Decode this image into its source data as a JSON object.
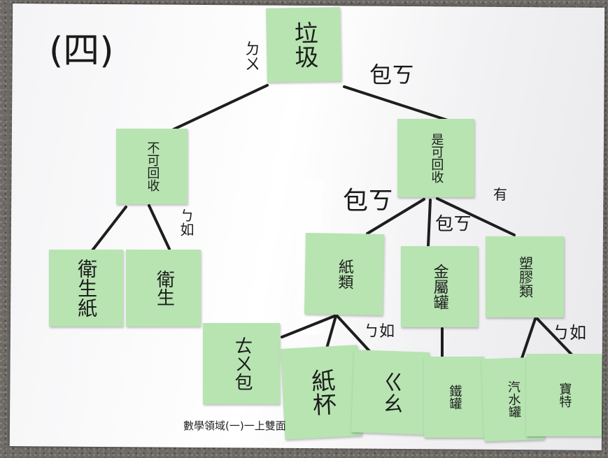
{
  "title_mark": "(四)",
  "root": {
    "label": "垃圾"
  },
  "edges_top": {
    "left": "ㄉㄨ",
    "right": "包ㄎ"
  },
  "level1": {
    "left": {
      "label": "不可回收"
    },
    "right": {
      "label": "是可回收"
    }
  },
  "edges_left": {
    "right": "ㄅ如"
  },
  "edges_right": {
    "left": "包ㄎ",
    "mid": "包ㄎ",
    "right": "有"
  },
  "level2": {
    "a": {
      "label": "衛生紙"
    },
    "b": {
      "label": "衛生"
    },
    "c": {
      "label": "紙類"
    },
    "d": {
      "label": "金屬罐"
    },
    "e": {
      "label": "塑膠類"
    }
  },
  "edges_bottom": {
    "c": "ㄅ如",
    "e": "ㄅ如"
  },
  "level3": {
    "f": {
      "label": "ㄊㄨ包"
    },
    "g": {
      "label": "紙杯"
    },
    "h": {
      "label": "ㄍㄠ"
    },
    "i": {
      "label": "鐵罐"
    },
    "j": {
      "label": "汽水罐"
    },
    "k": {
      "label": "寶特"
    }
  },
  "footer": "數學領域(一)一上雙面"
}
